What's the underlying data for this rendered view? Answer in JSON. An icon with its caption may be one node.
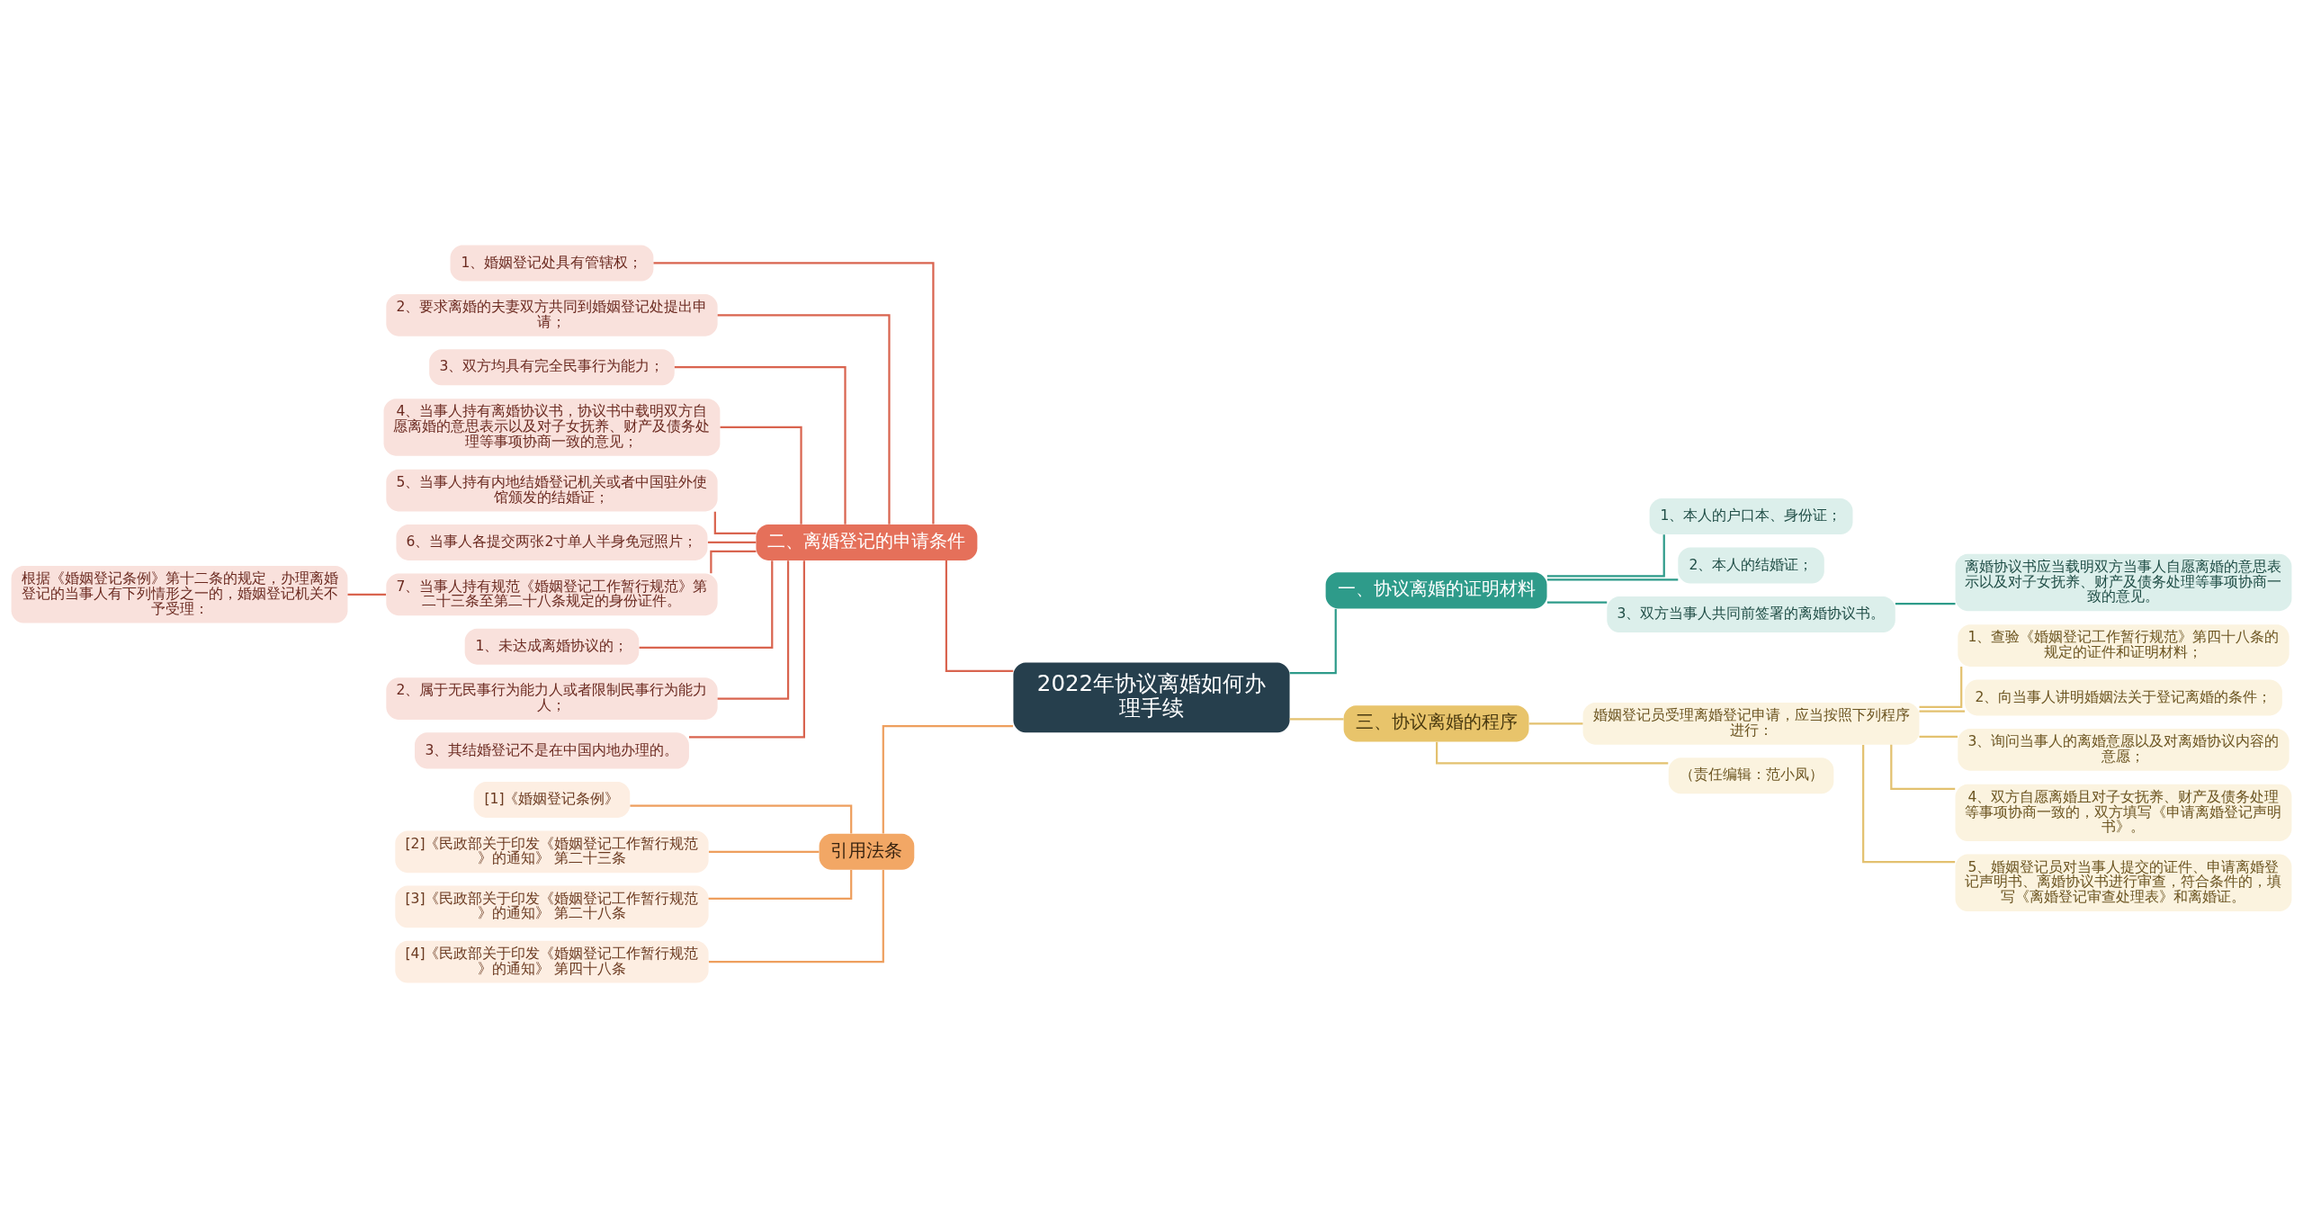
{
  "diagram": {
    "nodes": [
      {
        "text": [
          "2022年协议离婚如何办理手续"
        ]
      },
      {
        "text": [
          "一、协议离婚的证明材料"
        ]
      },
      {
        "text": [
          "1、本人的户口本、身份证；"
        ]
      },
      {
        "text": [
          "2、本人的结婚证；"
        ]
      },
      {
        "text": [
          "3、双方当事人共同前签署的离婚协议书。"
        ]
      },
      {
        "text": [
          "离婚协议书应当载明双方当事人自愿离婚的意思表示以及对子女抚养、财产及债务处理等事项协商一致的意见。"
        ]
      },
      {
        "text": [
          "三、协议离婚的程序"
        ]
      },
      {
        "text": [
          "婚姻登记员受理离婚登记申请，应当按照下列程序进行："
        ]
      },
      {
        "text": [
          "1、查验《婚姻登记工作暂行规范》第四十八条的规定的证件和证明材料；"
        ]
      },
      {
        "text": [
          "2、向当事人讲明婚姻法关于登记离婚的条件；"
        ]
      },
      {
        "text": [
          "3、询问当事人的离婚意愿以及对离婚协议内容的意愿；"
        ]
      },
      {
        "text": [
          "4、双方自愿离婚且对子女抚养、财产及债务处理等事项协商一致的，双方填写《申请离婚登记声明书》。"
        ]
      },
      {
        "text": [
          "5、婚姻登记员对当事人提交的证件、申请离婚登记声明书、离婚协议书进行审查，符合条件的，填写《离婚登记审查处理表》和离婚证。"
        ]
      },
      {
        "text": [
          "（责任编辑：范小凤）"
        ]
      },
      {
        "text": [
          "二、离婚登记的申请条件"
        ]
      },
      {
        "text": [
          "1、婚姻登记处具有管辖权；"
        ]
      },
      {
        "text": [
          "2、要求离婚的夫妻双方共同到婚姻登记处提出申请；"
        ]
      },
      {
        "text": [
          "3、双方均具有完全民事行为能力；"
        ]
      },
      {
        "text": [
          "4、当事人持有离婚协议书，协议书中载明双方自愿离婚的意思表示以及对子女抚养、财产及债务处理等事项协商一致的意见；"
        ]
      },
      {
        "text": [
          "5、当事人持有内地结婚登记机关或者中国驻外使馆颁发的结婚证；"
        ]
      },
      {
        "text": [
          "6、当事人各提交两张2寸单人半身免冠照片；"
        ]
      },
      {
        "text": [
          "7、当事人持有规范《婚姻登记工作暂行规范》第二十三条至第二十八条规定的身份证件。"
        ]
      },
      {
        "text": [
          "根据《婚姻登记条例》第十二条的规定，办理离婚登记的当事人有下列情形之一的，婚姻登记机关不予受理："
        ]
      },
      {
        "text": [
          "1、未达成离婚协议的；"
        ]
      },
      {
        "text": [
          "2、属于无民事行为能力人或者限制民事行为能力人；"
        ]
      },
      {
        "text": [
          "3、其结婚登记不是在中国内地办理的。"
        ]
      },
      {
        "text": [
          "引用法条"
        ]
      },
      {
        "text": [
          "[1]《婚姻登记条例》"
        ]
      },
      {
        "text": [
          "[2]《民政部关于印发《婚姻登记工作暂行规范》的通知》 第二十三条"
        ]
      },
      {
        "text": [
          "[3]《民政部关于印发《婚姻登记工作暂行规范》的通知》 第二十八条"
        ]
      },
      {
        "text": [
          "[4]《民政部关于印发《婚姻登记工作暂行规范》的通知》 第四十八条"
        ]
      }
    ],
    "edges": [
      {
        "from": 0,
        "to": 1,
        "arrow": "none",
        "color": "#2e9b8a"
      },
      {
        "from": 1,
        "to": 2,
        "arrow": "none",
        "color": "#2e9b8a"
      },
      {
        "from": 1,
        "to": 3,
        "arrow": "none",
        "color": "#2e9b8a"
      },
      {
        "from": 1,
        "to": 4,
        "arrow": "none",
        "color": "#2e9b8a"
      },
      {
        "from": 4,
        "to": 5,
        "arrow": "none",
        "color": "#2e9b8a"
      },
      {
        "from": 0,
        "to": 6,
        "arrow": "none",
        "color": "#e3c16f"
      },
      {
        "from": 6,
        "to": 7,
        "arrow": "none",
        "color": "#e3c16f"
      },
      {
        "from": 7,
        "to": 8,
        "arrow": "none",
        "color": "#e3c16f"
      },
      {
        "from": 7,
        "to": 9,
        "arrow": "none",
        "color": "#e3c16f"
      },
      {
        "from": 7,
        "to": 10,
        "arrow": "none",
        "color": "#e3c16f"
      },
      {
        "from": 7,
        "to": 11,
        "arrow": "none",
        "color": "#e3c16f"
      },
      {
        "from": 7,
        "to": 12,
        "arrow": "none",
        "color": "#e3c16f"
      },
      {
        "from": 6,
        "to": 13,
        "arrow": "none",
        "color": "#e3c16f"
      },
      {
        "from": 0,
        "to": 14,
        "arrow": "none",
        "color": "#d9644f"
      },
      {
        "from": 14,
        "to": 15,
        "arrow": "none",
        "color": "#d9644f"
      },
      {
        "from": 14,
        "to": 16,
        "arrow": "none",
        "color": "#d9644f"
      },
      {
        "from": 14,
        "to": 17,
        "arrow": "none",
        "color": "#d9644f"
      },
      {
        "from": 14,
        "to": 18,
        "arrow": "none",
        "color": "#d9644f"
      },
      {
        "from": 14,
        "to": 19,
        "arrow": "none",
        "color": "#d9644f"
      },
      {
        "from": 14,
        "to": 20,
        "arrow": "none",
        "color": "#d9644f"
      },
      {
        "from": 14,
        "to": 21,
        "arrow": "none",
        "color": "#d9644f"
      },
      {
        "from": 21,
        "to": 22,
        "arrow": "none",
        "color": "#d9644f"
      },
      {
        "from": 14,
        "to": 23,
        "arrow": "none",
        "color": "#d9644f"
      },
      {
        "from": 14,
        "to": 24,
        "arrow": "none",
        "color": "#d9644f"
      },
      {
        "from": 14,
        "to": 25,
        "arrow": "none",
        "color": "#d9644f"
      },
      {
        "from": 0,
        "to": 26,
        "arrow": "none",
        "color": "#ee9f5e"
      },
      {
        "from": 26,
        "to": 27,
        "arrow": "none",
        "color": "#ee9f5e"
      },
      {
        "from": 26,
        "to": 28,
        "arrow": "none",
        "color": "#ee9f5e"
      },
      {
        "from": 26,
        "to": 29,
        "arrow": "none",
        "color": "#ee9f5e"
      },
      {
        "from": 26,
        "to": 30,
        "arrow": "none",
        "color": "#ee9f5e"
      }
    ]
  }
}
